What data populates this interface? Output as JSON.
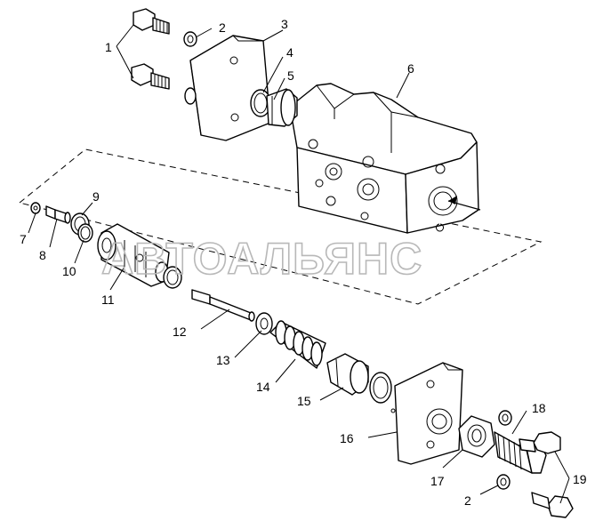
{
  "watermark": "АВТОАЛЬЯНС",
  "callouts": {
    "c1": "1",
    "c2a": "2",
    "c2b": "2",
    "c3": "3",
    "c4": "4",
    "c5": "5",
    "c6": "6",
    "c7": "7",
    "c8": "8",
    "c9": "9",
    "c10": "10",
    "c11": "11",
    "c12": "12",
    "c13": "13",
    "c14": "14",
    "c15": "15",
    "c16": "16",
    "c17": "17",
    "c18": "18",
    "c19": "19"
  }
}
